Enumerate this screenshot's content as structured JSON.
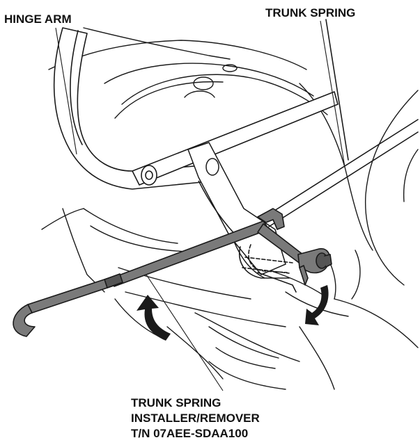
{
  "labels": {
    "hinge_arm": "HINGE ARM",
    "trunk_spring": "TRUNK SPRING",
    "tool_line1": "TRUNK SPRING",
    "tool_line2": "INSTALLER/REMOVER",
    "tool_line3": "T/N 07AEE-SDAA100"
  },
  "colors": {
    "line": "#1a1a1a",
    "tool_fill": "#7a7a7a",
    "tool_dark": "#555555",
    "arrow_fill": "#1a1a1a",
    "background": "#ffffff"
  }
}
